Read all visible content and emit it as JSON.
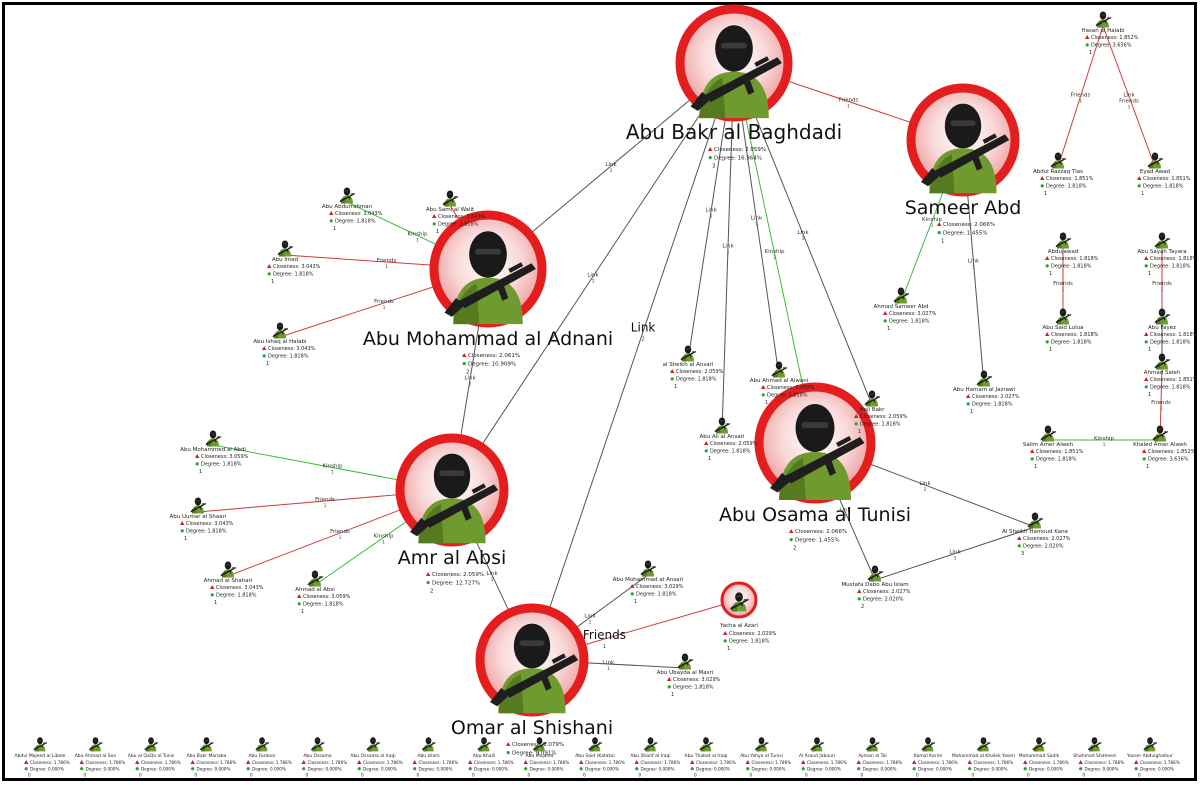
{
  "colors": {
    "edge_default": "#555555",
    "edge_friends": "#d23c3c",
    "edge_kinship": "#3cbb3c",
    "node_ring": "#e41e1e",
    "node_fill": "#f6c9c9",
    "up_arrow": "#d21e1e",
    "metric_dot": "#2aa52a"
  },
  "icon": "militant-with-rifle-icon",
  "metric_labels": {
    "closeness": "Closeness:",
    "degree": "Degree:"
  },
  "nodes": [
    {
      "id": "baghdadi",
      "name": "Abu Bakr al Baghdadi",
      "closeness": "2.059%",
      "degree": "16.364%",
      "extra": "3"
    },
    {
      "id": "sameer",
      "name": "Sameer Abd",
      "closeness": "2.066%",
      "degree": "1.455%",
      "extra": "1"
    },
    {
      "id": "adnani",
      "name": "Abu Mohammad al Adnani",
      "closeness": "2.061%",
      "degree": "10.909%",
      "extra": "2"
    },
    {
      "id": "absi",
      "name": "Amr al Absi",
      "closeness": "2.059%",
      "degree": "12.727%",
      "extra": "2"
    },
    {
      "id": "tunisi",
      "name": "Abu Osama al Tunisi",
      "closeness": "2.066%",
      "degree": "1.455%",
      "extra": "2"
    },
    {
      "id": "shishani",
      "name": "Omar al Shishani",
      "closeness": "2.079%",
      "degree": "9.091%",
      "extra": ""
    },
    {
      "id": "yacha",
      "name": "Yacha al Azari",
      "closeness": "2.029%",
      "degree": "1.818%",
      "extra": "1"
    },
    {
      "id": "abdurrahman",
      "name": "Abu Abdurrahman",
      "closeness": "3.043%",
      "degree": "1.818%",
      "extra": "1"
    },
    {
      "id": "samialwalit",
      "name": "Abu Sami al Walit",
      "closeness": "3.043%",
      "degree": "1.818%",
      "extra": "1"
    },
    {
      "id": "imad",
      "name": "Abu Imad",
      "closeness": "3.043%",
      "degree": "1.818%",
      "extra": "1"
    },
    {
      "id": "ishaq",
      "name": "Abu Ishaq al Halabi",
      "closeness": "3.043%",
      "degree": "1.818%",
      "extra": "1"
    },
    {
      "id": "mabdi",
      "name": "Abu Mohammed al Abdi",
      "closeness": "3.059%",
      "degree": "1.818%",
      "extra": "1"
    },
    {
      "id": "ushaari",
      "name": "Abu Uumar al Shaari",
      "closeness": "3.043%",
      "degree": "1.818%",
      "extra": "1"
    },
    {
      "id": "ahmadshaari",
      "name": "Ahmad al Shahari",
      "closeness": "3.043%",
      "degree": "1.818%",
      "extra": "1"
    },
    {
      "id": "ahmadabsi",
      "name": "Ahmad al Absi",
      "closeness": "3.059%",
      "degree": "1.818%",
      "extra": "1"
    },
    {
      "id": "ansari2",
      "name": "Abu Mohammad al Ansari",
      "closeness": "3.029%",
      "degree": "1.818%",
      "extra": "1"
    },
    {
      "id": "masri",
      "name": "Abu Ubayda al Masri",
      "closeness": "3.029%",
      "degree": "1.818%",
      "extra": "1"
    },
    {
      "id": "sheikhansari",
      "name": "al Sheikh al Ansari",
      "closeness": "2.059%",
      "degree": "1.818%",
      "extra": "1"
    },
    {
      "id": "aliansari",
      "name": "Abu Ali al Ansari",
      "closeness": "2.059%",
      "degree": "1.818%",
      "extra": "1"
    },
    {
      "id": "alwani",
      "name": "Abu Ahmad al Alwani",
      "closeness": "3.059%",
      "degree": "1.818%",
      "extra": "1"
    },
    {
      "id": "hajibakr",
      "name": "Haji Bakr",
      "closeness": "2.059%",
      "degree": "1.818%",
      "extra": "1"
    },
    {
      "id": "ahmadsameer",
      "name": "Ahmad Sameer Abd",
      "closeness": "3.027%",
      "degree": "1.818%",
      "extra": "1"
    },
    {
      "id": "jazrawi",
      "name": "Abu Hamam al Jazrawi",
      "closeness": "2.027%",
      "degree": "1.818%",
      "extra": "1"
    },
    {
      "id": "hasanhalabi",
      "name": "Hasan al Halabi",
      "closeness": "1.852%",
      "degree": "3.636%",
      "extra": "1"
    },
    {
      "id": "abdulrazzaq",
      "name": "Abdul Razzaq Tlas",
      "closeness": "1.851%",
      "degree": "1.818%",
      "extra": "1"
    },
    {
      "id": "eyad",
      "name": "Eyad Awad",
      "closeness": "1.851%",
      "degree": "1.818%",
      "extra": "1"
    },
    {
      "id": "abdujawad",
      "name": "Abdujawad",
      "closeness": "1.818%",
      "degree": "1.818%",
      "extra": "1"
    },
    {
      "id": "sayah",
      "name": "Abu Sayah Tayara",
      "closeness": "1.818%",
      "degree": "1.818%",
      "extra": "1"
    },
    {
      "id": "saidlulua",
      "name": "Abu Said Lulua",
      "closeness": "1.818%",
      "degree": "1.818%",
      "extra": "1"
    },
    {
      "id": "fayez",
      "name": "Abu Fayez",
      "closeness": "1.818%",
      "degree": "1.818%",
      "extra": "1"
    },
    {
      "id": "ahmadsaleh",
      "name": "Ahmad Saleh",
      "closeness": "1.851%",
      "degree": "1.818%",
      "extra": "1"
    },
    {
      "id": "salimamer",
      "name": "Salim Amer Alweh",
      "closeness": "1.851%",
      "degree": "1.818%",
      "extra": "1"
    },
    {
      "id": "khaledamer",
      "name": "Khaled Amer Alweh",
      "closeness": "1.852%",
      "degree": "3.636%",
      "extra": "1"
    },
    {
      "id": "sheikhkane",
      "name": "Al Sheikh Hamoud Kane",
      "closeness": "2.027%",
      "degree": "2.020%",
      "extra": "3"
    },
    {
      "id": "mustafa",
      "name": "Mustafa Dabo Abu Islam",
      "closeness": "2.027%",
      "degree": "2.020%",
      "extra": "2"
    }
  ],
  "edges": [
    {
      "from": "baghdadi",
      "to": "sameer",
      "type": "Friends",
      "weight": "1"
    },
    {
      "from": "baghdadi",
      "to": "adnani",
      "type": "Link",
      "weight": "2"
    },
    {
      "from": "baghdadi",
      "to": "absi",
      "type": "Link",
      "weight": "1"
    },
    {
      "from": "baghdadi",
      "to": "shishani",
      "type": "Link",
      "weight": "2"
    },
    {
      "from": "baghdadi",
      "to": "sheikhansari",
      "type": "Link",
      "weight": "1"
    },
    {
      "from": "baghdadi",
      "to": "aliansari",
      "type": "Link",
      "weight": "1"
    },
    {
      "from": "baghdadi",
      "to": "alwani",
      "type": "Link",
      "weight": "1"
    },
    {
      "from": "baghdadi",
      "to": "tunisi",
      "type": "Kinship",
      "weight": "1"
    },
    {
      "from": "baghdadi",
      "to": "hajibakr",
      "type": "Link",
      "weight": "1"
    },
    {
      "from": "sameer",
      "to": "ahmadsameer",
      "type": "Kinship",
      "weight": "1"
    },
    {
      "from": "sameer",
      "to": "jazrawi",
      "type": "Link",
      "weight": "1"
    },
    {
      "from": "adnani",
      "to": "abdurrahman",
      "type": "Kinship",
      "weight": "1"
    },
    {
      "from": "adnani",
      "to": "samialwalit",
      "type": "Friends",
      "weight": "1"
    },
    {
      "from": "adnani",
      "to": "imad",
      "type": "Friends",
      "weight": "1"
    },
    {
      "from": "adnani",
      "to": "ishaq",
      "type": "Friends",
      "weight": "1"
    },
    {
      "from": "adnani",
      "to": "absi",
      "type": "Link",
      "weight": "2"
    },
    {
      "from": "absi",
      "to": "mabdi",
      "type": "Kinship",
      "weight": "1"
    },
    {
      "from": "absi",
      "to": "ushaari",
      "type": "Friends",
      "weight": "1"
    },
    {
      "from": "absi",
      "to": "ahmadshaari",
      "type": "Friends",
      "weight": "1"
    },
    {
      "from": "absi",
      "to": "ahmadabsi",
      "type": "Kinship",
      "weight": "1"
    },
    {
      "from": "absi",
      "to": "shishani",
      "type": "Link",
      "weight": "1"
    },
    {
      "from": "shishani",
      "to": "yacha",
      "type": "Friends",
      "weight": "1"
    },
    {
      "from": "shishani",
      "to": "ansari2",
      "type": "Link",
      "weight": "1"
    },
    {
      "from": "shishani",
      "to": "masri",
      "type": "Link",
      "weight": "1"
    },
    {
      "from": "tunisi",
      "to": "sheikhkane",
      "type": "Link",
      "weight": "2"
    },
    {
      "from": "tunisi",
      "to": "mustafa",
      "type": "Link",
      "weight": "2"
    },
    {
      "from": "mustafa",
      "to": "sheikhkane",
      "type": "Link",
      "weight": "1"
    },
    {
      "from": "hasanhalabi",
      "to": "abdulrazzaq",
      "type": "Friends",
      "weight": "1"
    },
    {
      "from": "hasanhalabi",
      "to": "eyad",
      "type": "Link Friends",
      "weight": "1"
    },
    {
      "from": "abdujawad",
      "to": "saidlulua",
      "type": "Friends",
      "weight": "1"
    },
    {
      "from": "sayah",
      "to": "fayez",
      "type": "Friends",
      "weight": "1"
    },
    {
      "from": "fayez",
      "to": "ahmadsaleh",
      "type": "",
      "weight": ""
    },
    {
      "from": "ahmadsaleh",
      "to": "khaledamer",
      "type": "Friends",
      "weight": "1"
    },
    {
      "from": "salimamer",
      "to": "khaledamer",
      "type": "Kinship",
      "weight": "1"
    }
  ],
  "isolates": {
    "closeness": "1.786%",
    "degree": "0.000%",
    "extra": "0",
    "names": [
      "Abdul Majeed al Libele",
      "Abu Ahmad al Sun",
      "Abu al QaQa al Tunis",
      "Abu Bakr Manaba",
      "Abu Fardoor",
      "Abu Ossama",
      "Abu Ossama al Iraqi",
      "Abu Islam",
      "Abu Khalil",
      "Abu Mujahid",
      "Abu Said (Katata)",
      "Abu Sharif al Iraqi",
      "Abu Thabet al Iraqi",
      "Abu Yahya al Tunisi",
      "Al Aroud Jabouri",
      "Ayman al Tal",
      "Kamal Karim",
      "Mohammad al Khalek Yaseri",
      "Mohammad Sadik",
      "Shahmad Shaheed",
      "Yasser Abdulghafour"
    ]
  }
}
